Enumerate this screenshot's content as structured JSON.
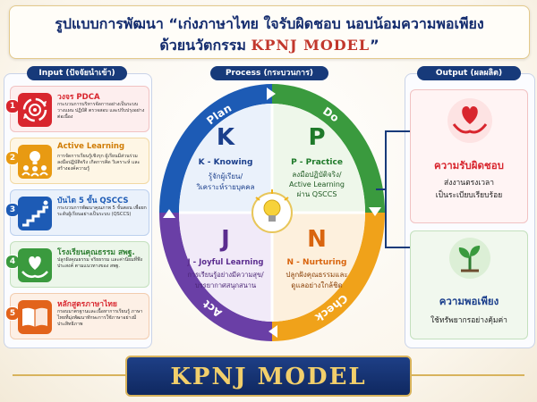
{
  "title": {
    "line1": "รูปแบบการพัฒนา “เก่งภาษาไทย ใจรับผิดชอบ นอบน้อมความพอเพียง",
    "line2_prefix": "ด้วยนวัตกรรม",
    "line2_accent": "KPNJ MODEL",
    "line2_suffix": "”"
  },
  "headers": {
    "input": "Input (ปัจจัยนำเข้า)",
    "process": "Process (กระบวนการ)",
    "output": "Output (ผลผลิต)"
  },
  "inputs": [
    {
      "num": "1",
      "title": "วงจร PDCA",
      "desc": "กระบวนการบริหารจัดการอย่างเป็นระบบ วางแผน ปฏิบัติ ตรวจสอบ และปรับปรุงอย่างต่อเนื่อง",
      "icon": "gears-cycle-icon",
      "color": "#d8262e"
    },
    {
      "num": "2",
      "title": "Active Learning",
      "desc": "การจัดการเรียนรู้เชิงรุก ผู้เรียนมีส่วนร่วม ลงมือปฏิบัติจริง เกิดการคิด วิเคราะห์ และสร้างองค์ความรู้",
      "icon": "lightbulb-team-icon",
      "color": "#e89a12"
    },
    {
      "num": "3",
      "title": "บันได 5 ขั้น QSCCS",
      "desc": "กระบวนการพัฒนาคุณภาพ 5 ขั้นตอน เพื่อยกระดับผู้เรียนอย่างเป็นระบบ (QSCCS)",
      "icon": "stairs-icon",
      "color": "#1d5bb5"
    },
    {
      "num": "4",
      "title": "โรงเรียนคุณธรรม สพฐ.",
      "desc": "ปลูกฝังคุณธรรม จริยธรรม และค่านิยมที่พึงประสงค์ ตามแนวทางของ สพฐ.",
      "icon": "heart-hands-icon",
      "color": "#3a9a3e"
    },
    {
      "num": "5",
      "title": "หลักสูตรภาษาไทย",
      "desc": "กรอบมาตรฐานและเนื้อหาการเรียนรู้ ภาษาไทยที่มุ่งพัฒนาทักษะการใช้ภาษาอย่างมีประสิทธิภาพ",
      "icon": "open-book-icon",
      "color": "#e2631b"
    }
  ],
  "process": {
    "phases": {
      "plan": "Plan",
      "do": "Do",
      "check": "Check",
      "act": "Act"
    },
    "quadrants": [
      {
        "letter": "K",
        "name": "K - Knowing",
        "desc1": "รู้จักผู้เรียน/",
        "desc2": "วิเคราะห์รายบุคคล",
        "color": "#1b3f8c"
      },
      {
        "letter": "P",
        "name": "P - Practice",
        "desc1": "ลงมือปฏิบัติจริง/",
        "desc2": "Active Learning",
        "desc3": "ผ่าน QSCCS",
        "color": "#1f7a2a"
      },
      {
        "letter": "J",
        "name": "J - Joyful Learning",
        "desc1": "การเรียนรู้อย่างมีความสุข/",
        "desc2": "บรรยากาศสนุกสนาน",
        "color": "#5b2d8f"
      },
      {
        "letter": "N",
        "name": "N - Nurturing",
        "desc1": "ปลูกฝังคุณธรรมและ",
        "desc2": "ดูแลอย่างใกล้ชิด",
        "color": "#d9650f"
      }
    ],
    "center_icon": "lightbulb-icon"
  },
  "outputs": [
    {
      "title": "ความรับผิดชอบ",
      "desc1": "ส่งงานตรงเวลา",
      "desc2": "เป็นระเบียบเรียบร้อย",
      "icon": "heart-in-hands-icon",
      "color": "#d8262e"
    },
    {
      "title": "ความพอเพียง",
      "desc1": "ใช้ทรัพยากรอย่างคุ้มค่า",
      "icon": "sprout-icon",
      "color": "#1b3f8c"
    }
  ],
  "banner": "KPNJ MODEL",
  "colors": {
    "navy": "#173a7a",
    "gold": "#d8b35c",
    "plan": "#1d5bb5",
    "do": "#3a9a3e",
    "check": "#f0a21a",
    "act": "#6a3fa6"
  }
}
